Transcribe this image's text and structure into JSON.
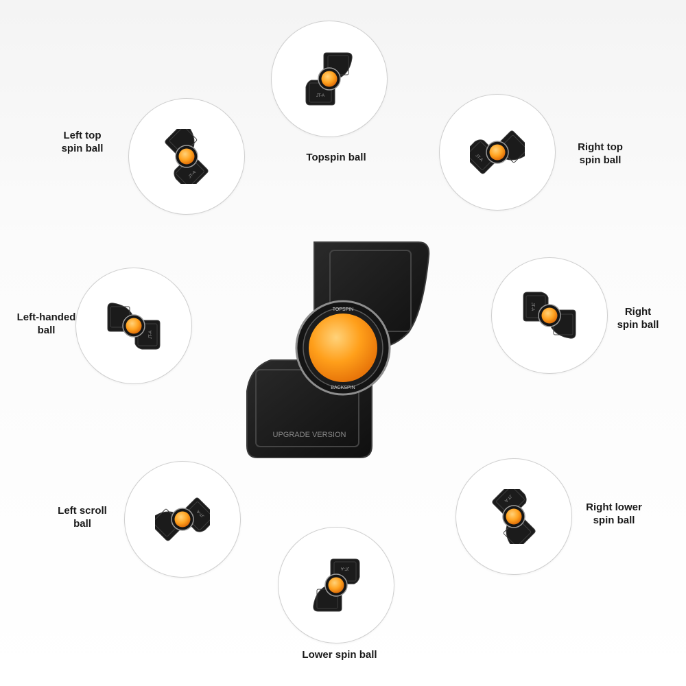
{
  "center": {
    "product_text": "UPGRADE VERSION",
    "ring_top_text": "TOPSPIN",
    "ring_bottom_text": "BACKSPIN"
  },
  "modes": [
    {
      "id": "topspin",
      "label_lines": [
        "Topspin ball"
      ],
      "rotation": 0
    },
    {
      "id": "right-top",
      "label_lines": [
        "Right top",
        "spin ball"
      ],
      "rotation": 45
    },
    {
      "id": "right",
      "label_lines": [
        "Right",
        "spin ball"
      ],
      "rotation": 90
    },
    {
      "id": "right-lower",
      "label_lines": [
        "Right lower",
        "spin ball"
      ],
      "rotation": 135
    },
    {
      "id": "lower",
      "label_lines": [
        "Lower spin ball"
      ],
      "rotation": 180
    },
    {
      "id": "left-scroll",
      "label_lines": [
        "Left scroll",
        "ball"
      ],
      "rotation": 225
    },
    {
      "id": "left-handed",
      "label_lines": [
        "Left-handed",
        "ball"
      ],
      "rotation": 270
    },
    {
      "id": "left-top",
      "label_lines": [
        "Left top",
        "spin ball"
      ],
      "rotation": 315
    }
  ],
  "mini_device_text": "JT-A",
  "colors": {
    "device": "#1b1b1b",
    "device_edge": "#3a3a3a",
    "ball": "#ffa21f",
    "ball_highlight": "#ffd27a",
    "ring": "#9a9a9a",
    "label": "#1a1a1a"
  }
}
